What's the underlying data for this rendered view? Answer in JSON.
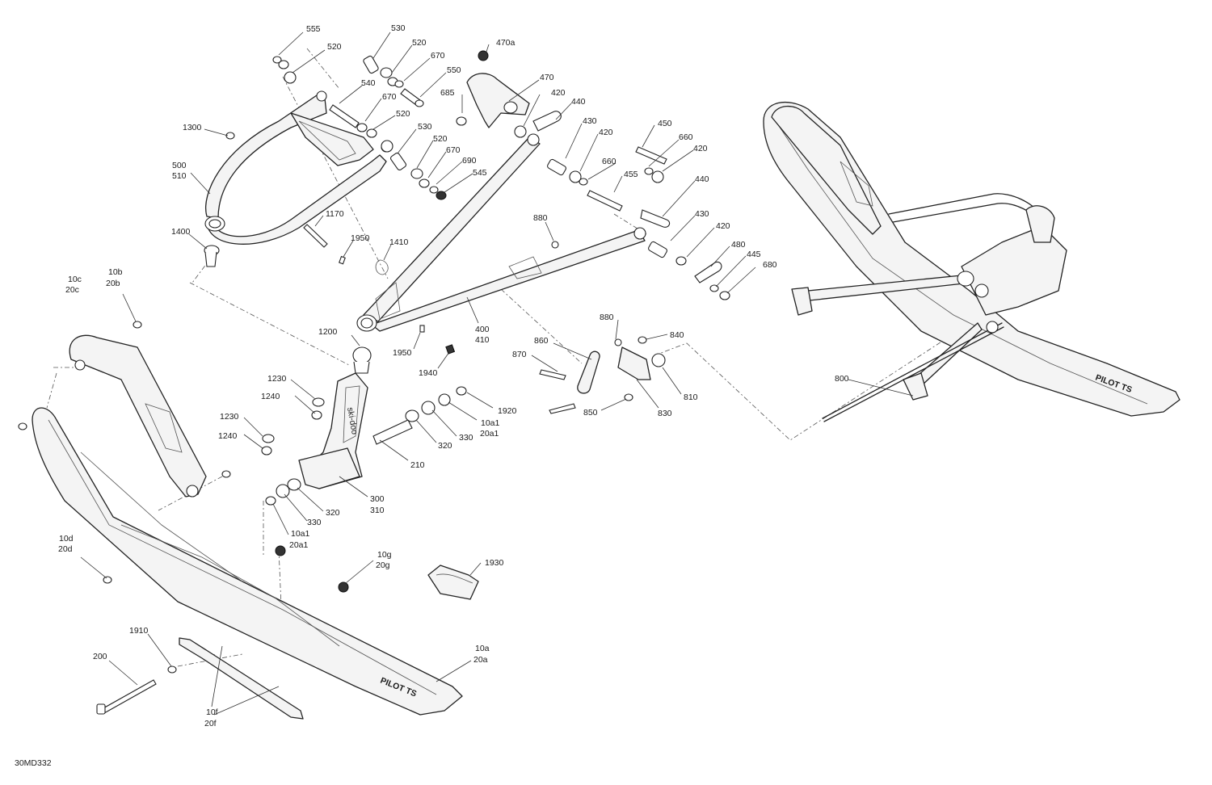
{
  "diagram_id": "30MD332",
  "callouts": {
    "c555": "555",
    "c520a": "520",
    "c530a": "530",
    "c520b": "520",
    "c470a": "470a",
    "c670a": "670",
    "c550": "550",
    "c470": "470",
    "c540": "540",
    "c685": "685",
    "c670b": "670",
    "c420a": "420",
    "c440a": "440",
    "c1300": "1300",
    "c520c": "520",
    "c530b": "530",
    "c430a": "430",
    "c450": "450",
    "c520d": "520",
    "c420b": "420",
    "c660a": "660",
    "c500": "500",
    "c510": "510",
    "c670c": "670",
    "c420c": "420",
    "c690": "690",
    "c660b": "660",
    "c545": "545",
    "c455": "455",
    "c440b": "440",
    "c1170": "1170",
    "c880a": "880",
    "c430b": "430",
    "c1400": "1400",
    "c1950a": "1950",
    "c1410": "1410",
    "c420d": "420",
    "c480": "480",
    "c445": "445",
    "c680": "680",
    "c10c": "10c",
    "c20c": "20c",
    "c10b": "10b",
    "c20b": "20b",
    "c400": "400",
    "c410": "410",
    "c880b": "880",
    "c840": "840",
    "c1200": "1200",
    "c860": "860",
    "c1950b": "1950",
    "c870": "870",
    "c1940": "1940",
    "c810": "810",
    "c1230a": "1230",
    "c1240a": "1240",
    "c1920": "1920",
    "c850": "850",
    "c830": "830",
    "c10a1a": "10a1",
    "c20a1a": "20a1",
    "c1230b": "1230",
    "c1240b": "1240",
    "c320a": "320",
    "c330a": "330",
    "c210": "210",
    "c300": "300",
    "c310": "310",
    "c320b": "320",
    "c330b": "330",
    "c10a1b": "10a1",
    "c20a1b": "20a1",
    "c10d": "10d",
    "c20d": "20d",
    "c10g": "10g",
    "c20g": "20g",
    "c1930": "1930",
    "c800": "800",
    "c1910": "1910",
    "c200": "200",
    "c10a": "10a",
    "c20a": "20a",
    "c10f": "10f",
    "c20f": "20f"
  },
  "brand_marks": {
    "spindle_logo": "ski-doo",
    "ski_logo": "PILOT TS"
  }
}
